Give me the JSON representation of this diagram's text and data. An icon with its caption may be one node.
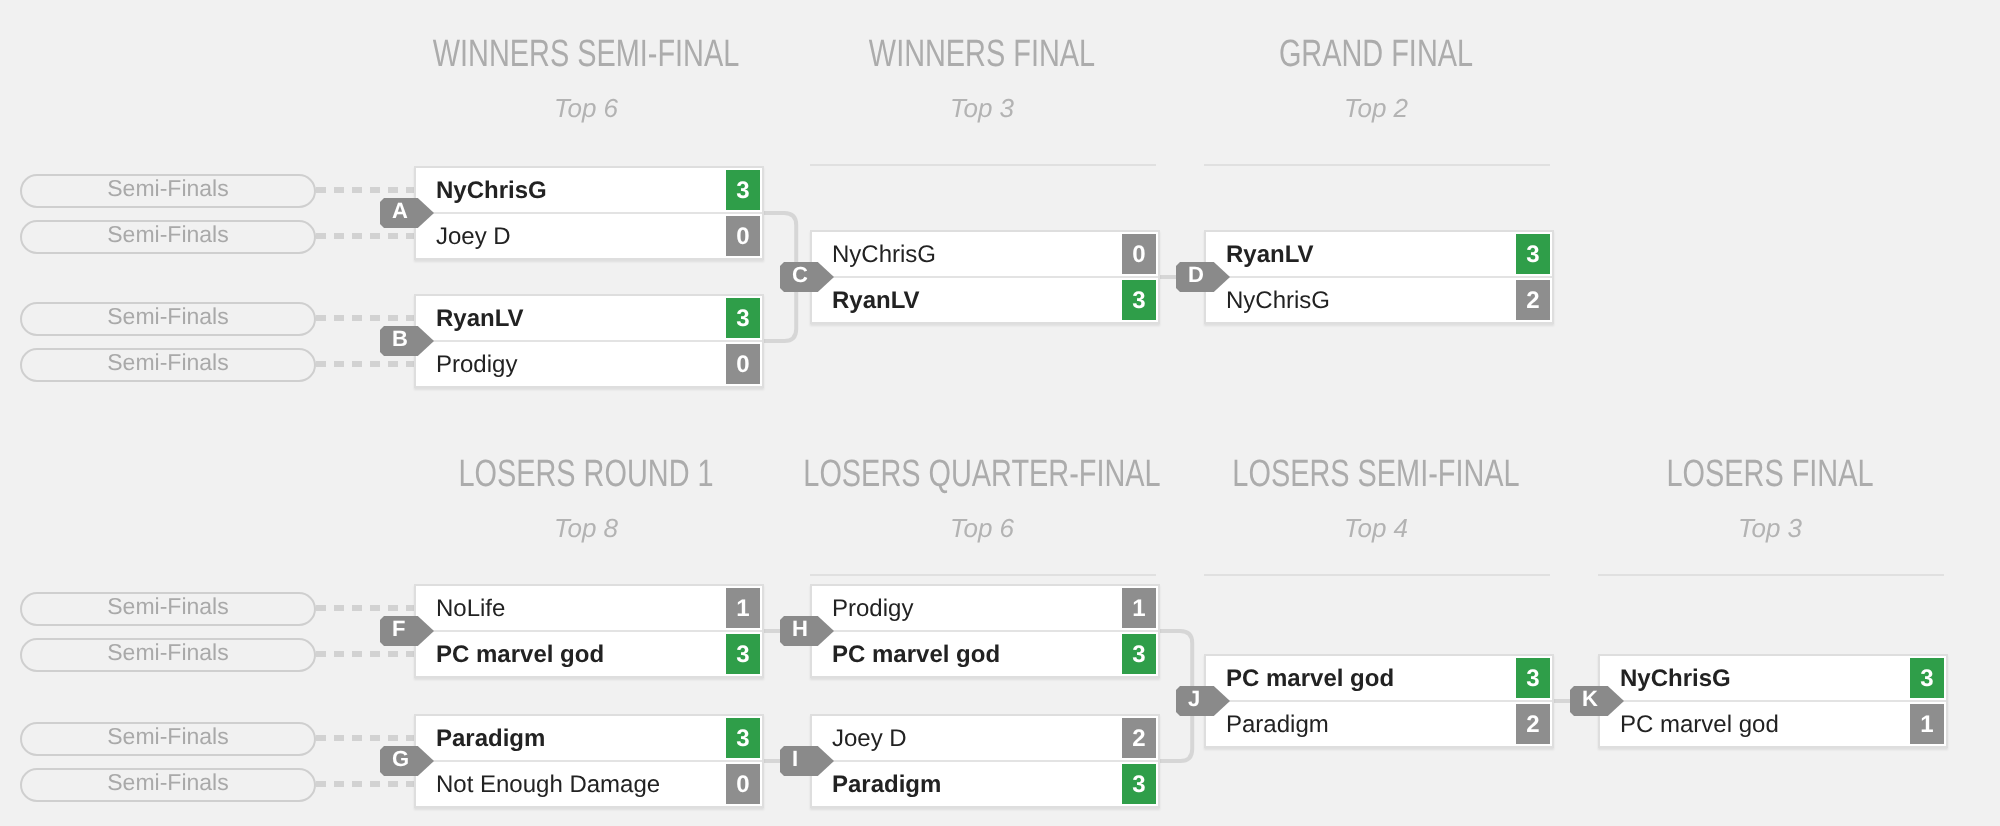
{
  "diagram": {
    "nodes": [
      {
        "text": [
          "Semi-Finals"
        ]
      },
      {
        "text": [
          "Semi-Finals"
        ]
      },
      {
        "text": [
          "Semi-Finals"
        ]
      },
      {
        "text": [
          "Semi-Finals"
        ]
      },
      {
        "text": [
          "A"
        ]
      },
      {
        "text": [],
        "shape": "box"
      },
      {
        "text": [
          "NyChrisG"
        ],
        "in": 5
      },
      {
        "text": [
          "3"
        ],
        "in": 6
      },
      {
        "text": [
          "Joey D"
        ],
        "in": 5
      },
      {
        "text": [
          "0"
        ],
        "in": 8
      },
      {
        "text": [
          "B"
        ]
      },
      {
        "text": [],
        "shape": "box"
      },
      {
        "text": [
          "RyanLV"
        ],
        "in": 11
      },
      {
        "text": [
          "3"
        ],
        "in": 12
      },
      {
        "text": [
          "Prodigy"
        ],
        "in": 11
      },
      {
        "text": [
          "0"
        ],
        "in": 14
      },
      {
        "text": [
          "C"
        ]
      },
      {
        "text": [],
        "shape": "box"
      },
      {
        "text": [
          "NyChrisG"
        ],
        "in": 17
      },
      {
        "text": [
          "0"
        ],
        "in": 18
      },
      {
        "text": [
          "RyanLV"
        ],
        "in": 17
      },
      {
        "text": [
          "3"
        ],
        "in": 20
      },
      {
        "text": [
          "D"
        ]
      },
      {
        "text": [],
        "shape": "box"
      },
      {
        "text": [
          "RyanLV"
        ],
        "in": 23
      },
      {
        "text": [
          "3"
        ],
        "in": 24
      },
      {
        "text": [
          "NyChrisG"
        ],
        "in": 23
      },
      {
        "text": [
          "2"
        ],
        "in": 26
      },
      {
        "text": [
          "Semi-Finals"
        ]
      },
      {
        "text": [
          "Semi-Finals"
        ]
      },
      {
        "text": [
          "Semi-Finals"
        ]
      },
      {
        "text": [
          "Semi-Finals"
        ]
      },
      {
        "text": [
          "F"
        ]
      },
      {
        "text": [],
        "shape": "box"
      },
      {
        "text": [
          "NoLife"
        ],
        "in": 33
      },
      {
        "text": [
          "1"
        ],
        "in": 34
      },
      {
        "text": [
          "PC marvel god"
        ],
        "in": 33
      },
      {
        "text": [
          "3"
        ],
        "in": 36
      },
      {
        "text": [
          "G"
        ]
      },
      {
        "text": [],
        "shape": "box"
      },
      {
        "text": [
          "Paradigm"
        ],
        "in": 39
      },
      {
        "text": [
          "3"
        ],
        "in": 40
      },
      {
        "text": [
          "Not Enough Damage"
        ],
        "in": 39
      },
      {
        "text": [
          "0"
        ],
        "in": 42
      },
      {
        "text": [
          "H"
        ]
      },
      {
        "text": [],
        "shape": "box"
      },
      {
        "text": [
          "Prodigy"
        ],
        "in": 45
      },
      {
        "text": [
          "1"
        ],
        "in": 46
      },
      {
        "text": [
          "PC marvel god"
        ],
        "in": 45
      },
      {
        "text": [
          "3"
        ],
        "in": 48
      },
      {
        "text": [
          "I"
        ]
      },
      {
        "text": [],
        "shape": "box"
      },
      {
        "text": [
          "Joey D"
        ],
        "in": 51
      },
      {
        "text": [
          "2"
        ],
        "in": 52
      },
      {
        "text": [
          "Paradigm"
        ],
        "in": 51
      },
      {
        "text": [
          "3"
        ],
        "in": 54
      },
      {
        "text": [
          "J"
        ]
      },
      {
        "text": [],
        "shape": "box"
      },
      {
        "text": [
          "PC marvel god"
        ],
        "in": 57
      },
      {
        "text": [
          "3"
        ],
        "in": 58
      },
      {
        "text": [
          "Paradigm"
        ],
        "in": 57
      },
      {
        "text": [
          "2"
        ],
        "in": 60
      },
      {
        "text": [
          "K"
        ]
      },
      {
        "text": [],
        "shape": "box"
      },
      {
        "text": [
          "NyChrisG"
        ],
        "in": 63
      },
      {
        "text": [
          "3"
        ],
        "in": 64
      },
      {
        "text": [
          "PC marvel god"
        ],
        "in": 63
      },
      {
        "text": [
          "1"
        ],
        "in": 66
      }
    ],
    "edges": [
      {
        "from": 0,
        "to": 6,
        "arrow": "none",
        "style": "dashed"
      },
      {
        "from": 1,
        "to": 8,
        "arrow": "none",
        "style": "dashed"
      },
      {
        "from": 2,
        "to": 12,
        "arrow": "none",
        "style": "dashed"
      },
      {
        "from": 3,
        "to": 14,
        "arrow": "none",
        "style": "dashed"
      },
      {
        "from": 5,
        "to": 16,
        "arrow": "none"
      },
      {
        "from": 11,
        "to": 16,
        "arrow": "none"
      },
      {
        "from": 17,
        "to": 22,
        "arrow": "none"
      },
      {
        "from": 28,
        "to": 34,
        "arrow": "none",
        "style": "dashed"
      },
      {
        "from": 29,
        "to": 36,
        "arrow": "none",
        "style": "dashed"
      },
      {
        "from": 30,
        "to": 40,
        "arrow": "none",
        "style": "dashed"
      },
      {
        "from": 31,
        "to": 42,
        "arrow": "none",
        "style": "dashed"
      },
      {
        "from": 33,
        "to": 44,
        "arrow": "none"
      },
      {
        "from": 39,
        "to": 50,
        "arrow": "none"
      },
      {
        "from": 45,
        "to": 56,
        "arrow": "none"
      },
      {
        "from": 51,
        "to": 56,
        "arrow": "none"
      },
      {
        "from": 57,
        "to": 62,
        "arrow": "none"
      }
    ],
    "labels": [
      "WINNERS SEMI-FINAL",
      "Top 6",
      "WINNERS FINAL",
      "Top 3",
      "GRAND FINAL",
      "Top 2",
      "LOSERS ROUND 1",
      "Top 8",
      "LOSERS QUARTER-FINAL",
      "Top 6",
      "LOSERS SEMI-FINAL",
      "Top 4",
      "LOSERS FINAL",
      "Top 3"
    ]
  }
}
